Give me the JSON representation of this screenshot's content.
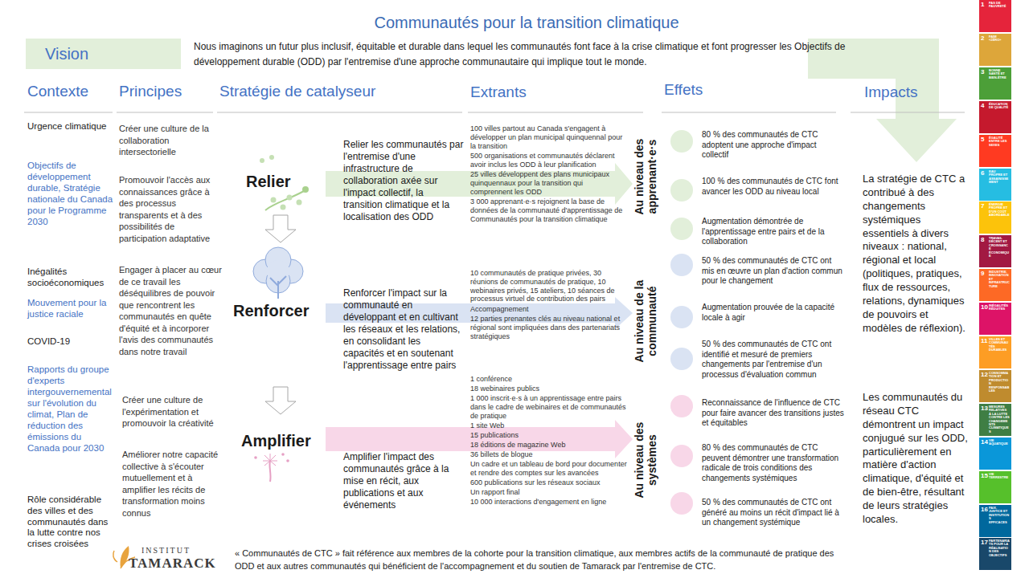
{
  "diagram": {
    "title": "Communautés pour la transition climatique",
    "nodes": [
      {
        "text": [
          "Vision"
        ]
      },
      {
        "text": [
          "1",
          "PAS DE PAUVRETÉ"
        ]
      },
      {
        "text": [
          "2",
          "FAIM «ZÉRO»"
        ]
      },
      {
        "text": [
          "3",
          "BONNE SANTÉ ET BIEN-ÊTRE"
        ]
      },
      {
        "text": [
          "4",
          "ÉDUCATION DE QUALITÉ"
        ]
      },
      {
        "text": [
          "5",
          "ÉGALITÉ ENTRE LES SEXES"
        ]
      },
      {
        "text": [
          "6",
          "EAU PROPRE ET ASSAINISSEMENT"
        ]
      },
      {
        "text": [
          "7",
          "ÉNERGIE PROPRE ET D'UN COÛT ABORDABLE"
        ]
      },
      {
        "text": [
          "8",
          "TRAVAIL DÉCENT ET CROISSANCE ÉCONOMIQUE"
        ]
      },
      {
        "text": [
          "9",
          "INDUSTRIE, INNOVATION ET INFRASTRUCTURE"
        ]
      },
      {
        "text": [
          "10",
          "INÉGALITÉS RÉDUITES"
        ]
      },
      {
        "text": [
          "11",
          "VILLES ET COMMUNAUTÉS DURABLES"
        ]
      },
      {
        "text": [
          "12",
          "CONSOMMATION ET PRODUCTION RESPONSABLES"
        ]
      },
      {
        "text": [
          "13",
          "MESURES RELATIVES À LA LUTTE CONTRE LES CHANGEMENTS CLIMATIQUES"
        ]
      },
      {
        "text": [
          "14",
          "VIE AQUATIQUE"
        ]
      },
      {
        "text": [
          "15",
          "VIE TERRESTRE"
        ]
      },
      {
        "text": [
          "16",
          "PAIX, JUSTICE ET INSTITUTIONS EFFICACES"
        ]
      },
      {
        "text": [
          "17",
          "PARTENARIATS POUR LA RÉALISATION DES OBJECTIFS"
        ]
      }
    ],
    "labels": [
      "Nous imaginons un futur plus inclusif, équitable et durable dans lequel les communautés font face à la crise climatique et font progresser les Objectifs de développement durable (ODD) par l'entremise d'une approche communautaire qui implique tout le monde.",
      "Contexte",
      "Principes",
      "Stratégie de catalyseur",
      "Extrants",
      "Effets",
      "Impacts",
      "Urgence climatique",
      "Objectifs de développement durable, Stratégie nationale du Canada pour le Programme 2030",
      "Inégalités socioéconomiques",
      "Mouvement pour la justice raciale",
      "COVID-19",
      "Rapports du groupe d'experts intergouvernemental sur l'évolution du climat, Plan de réduction des émissions du Canada pour 2030",
      "Rôle considérable des villes et des communautés dans la lutte contre nos crises croisées",
      "Créer une culture de la collaboration intersectorielle",
      "Promouvoir l'accès aux connaissances grâce à des processus transparents et à des possibilités de participation adaptative",
      "Engager à placer au cœur de ce travail les déséquilibres de pouvoir que rencontrent les communautés en quête d'équité et à incorporer l'avis des communautés dans notre travail",
      "Créer une culture de l'expérimentation et promouvoir la créativité",
      "Améliorer notre capacité collective à s'écouter mutuellement et à amplifier les récits de transformation moins connus",
      "Relier",
      "Renforcer",
      "Amplifier",
      "Relier les communautés par l'entremise d'une infrastructure de collaboration axée sur l'impact collectif, la transition climatique et la localisation des ODD",
      "Renforcer l'impact sur la communauté en développant et en cultivant les réseaux et les relations, en consolidant les capacités et en soutenant l'apprentissage entre pairs",
      "Amplifier l'impact des communautés grâce à la mise en récit, aux publications et aux événements",
      "100 villes partout au Canada s'engagent à développer un plan municipal quinquennal pour la transition",
      "500 organisations et communautés déclarent avoir inclus les ODD à leur planification",
      "25 villes développent des plans municipaux quinquennaux pour la transition qui comprennent les ODD",
      "3 000 apprenant·e·s rejoignent la base de données de la communauté d'apprentissage de Communautés pour la transition climatique",
      "10 communautés de pratique privées, 30 réunions de communautés de pratique, 10 webinaires privés, 15 ateliers, 10 séances de processus virtuel de contribution des pairs",
      "Accompagnement",
      "12 parties prenantes clés au niveau national et régional sont impliquées dans des partenariats stratégiques",
      "1 conférence",
      "18 webinaires publics",
      "1 000 inscrit·e·s à un apprentissage entre pairs dans le cadre de webinaires et de communautés de pratique",
      "1 site Web",
      "15 publications",
      "18 éditions de magazine Web",
      "36 billets de blogue",
      "Un cadre et un tableau de bord pour documenter et rendre des comptes sur les avancées",
      "600 publications sur les réseaux sociaux",
      "Un rapport final",
      "10 000 interactions d'engagement en ligne",
      "Au niveau des apprenant·e·s",
      "Au niveau de la communauté",
      "Au niveau des systèmes",
      "80 % des communautés de CTC adoptent une approche d'impact collectif",
      "100 % des communautés de CTC font avancer les ODD au niveau local",
      "Augmentation démontrée de l'apprentissage entre pairs et de la collaboration",
      "50 % des communautés de CTC ont mis en œuvre un plan d'action commun pour le changement",
      "Augmentation prouvée de la capacité locale à agir",
      "50 % des communautés de CTC ont identifié et mesuré de premiers changements par l'entremise d'un processus d'évaluation commun",
      "Reconnaissance de l'influence de CTC pour faire avancer des transitions justes et équitables",
      "80 % des communautés de CTC peuvent démontrer une transformation radicale de trois conditions des changements systémiques",
      "50 % des communautés de CTC ont généré au moins un récit d'impact lié à un changement systémique",
      "La stratégie de CTC a contribué à des changements systémiques essentiels à divers niveaux : national, régional et local (politiques, pratiques, flux de ressources, relations, dynamiques de pouvoirs et modèles de réflexion).",
      "Les communautés du réseau CTC démontrent un impact conjugué sur les ODD, particulièrement en matière d'action climatique, d'équité et de bien-être, résultant de leurs stratégies locales.",
      "« Communautés de CTC » fait référence aux membres de la cohorte pour la transition climatique, aux membres actifs de la communauté de pratique des ODD et aux autres communautés qui bénéficient de l'accompagnement et du soutien de Tamarack par l'entremise de CTC.",
      "INSTITUT",
      "TAMARACK"
    ]
  }
}
